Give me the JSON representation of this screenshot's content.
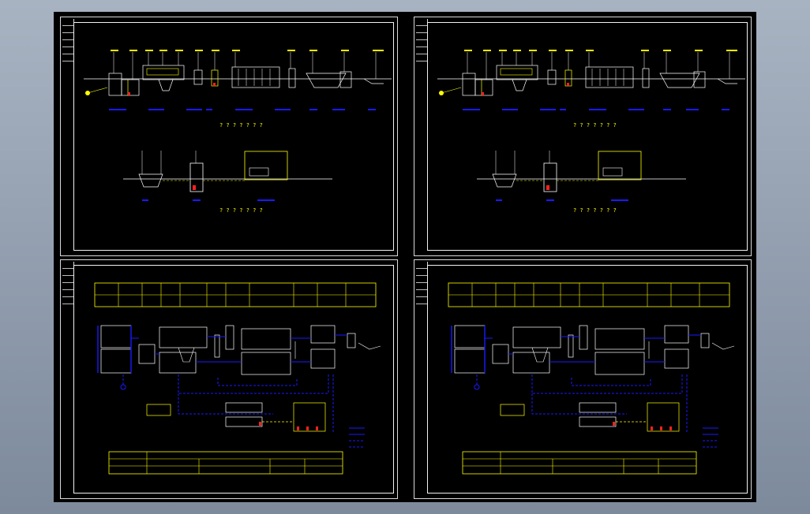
{
  "viewer": {
    "background_color": "#8a96a8",
    "canvas_color": "#000000",
    "line_colors": {
      "white": "#ffffff",
      "yellow": "#ffff00",
      "blue": "#1a1aff",
      "red": "#ff2020",
      "cyan": "#00ffff",
      "gray": "#bfbfbf"
    }
  },
  "sheets": [
    {
      "id": "top-left",
      "type": "elevation-profile",
      "caption_1": "? ? ? ? ? ? ?",
      "caption_2": "? ? ? ? ? ? ?"
    },
    {
      "id": "top-right",
      "type": "elevation-profile",
      "caption_1": "? ? ? ? ? ? ?",
      "caption_2": "? ? ? ? ? ? ?"
    },
    {
      "id": "bottom-left",
      "type": "plan-layout",
      "header_row": [
        "> >",
        "> >",
        "? ? ? ?",
        "? ? ?",
        "? ? ? ? ?",
        "?  ?  ?",
        "? ? ? ? ?",
        "? ? ?",
        "? ? ?",
        "? ? ? ?"
      ]
    },
    {
      "id": "bottom-right",
      "type": "plan-layout",
      "header_row": [
        "< ?",
        "? ? ?",
        "? ? ? ?",
        "? ? ?",
        "? ? ? ?",
        "? ? ?",
        "? ? ? ? ?",
        "? ? ?",
        "? ? ?",
        "? ? ? ?"
      ]
    }
  ]
}
